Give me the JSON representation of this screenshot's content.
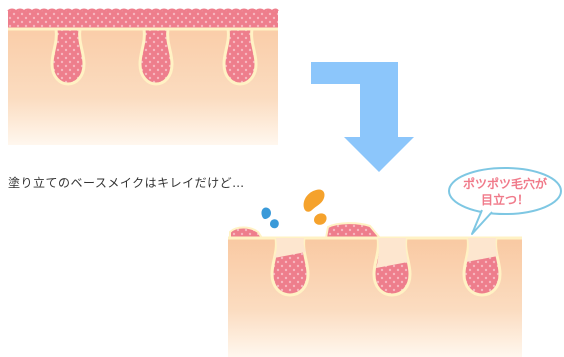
{
  "caption": "塗り立てのベースメイクはキレイだけど…",
  "bubble": {
    "line1": "ポツポツ毛穴が",
    "line2": "目立つ！"
  },
  "colors": {
    "skin": "#f9c9a2",
    "skin_light": "#fff6ec",
    "makeup": "#ee7e8c",
    "makeup_dots": "#f7b6bf",
    "outline": "#fff2c4",
    "arrow": "#8cc6fb",
    "bubble_border": "#7ec7e3",
    "bubble_text": "#f07a8a",
    "drop_blue": "#3a9ad9",
    "drop_orange": "#f5a22c"
  }
}
